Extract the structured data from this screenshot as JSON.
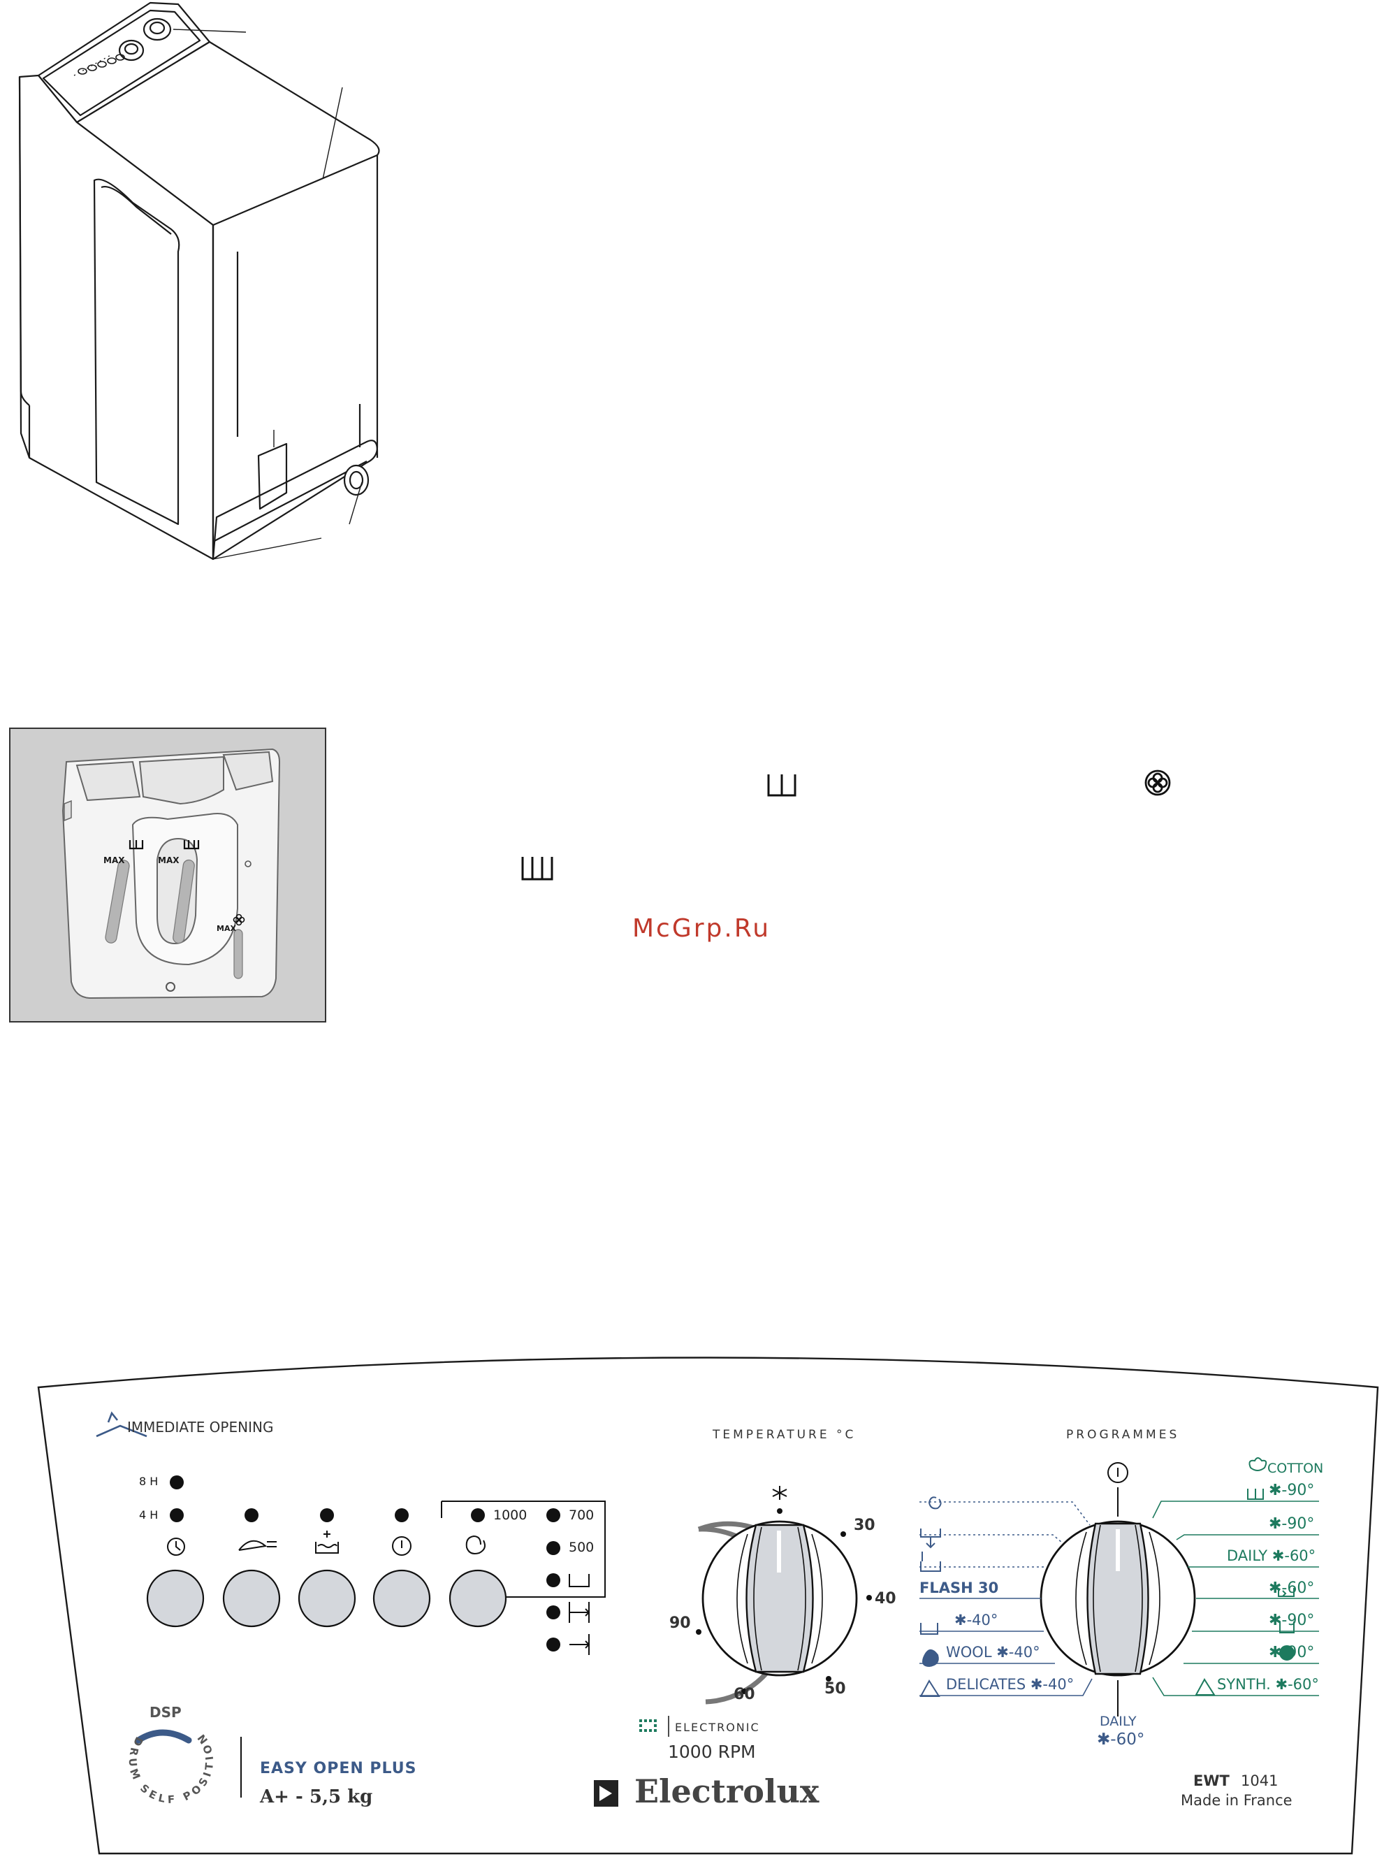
{
  "watermark": "McGrp.Ru",
  "dispenser": {
    "max_label_1": "MAX",
    "max_label_2": "MAX",
    "max_label_3": "MAX"
  },
  "panel": {
    "immediate_opening": "IMMEDIATE OPENING",
    "timer_8h": "8 H",
    "timer_4h": "4 H",
    "speeds": [
      "1000",
      "700",
      "500"
    ],
    "temperature_title": "TEMPERATURE °C",
    "temps": [
      "30",
      "40",
      "50",
      "60",
      "90"
    ],
    "programmes_title": "PROGRAMMES",
    "left_programmes": [
      "FLASH 30",
      "✱-40°",
      "WOOL ✱-40°",
      "DELICATES ✱-40°"
    ],
    "right_programmes": [
      "COTTON",
      "✱-90°",
      "✱-90°",
      "DAILY ✱-60°",
      "✱-60°",
      "✱-90°",
      "✱-90°",
      "SYNTH. ✱-60°"
    ],
    "bottom_programme_1": "DAILY",
    "bottom_programme_2": "✱-60°",
    "electronic": "ELECTRONIC",
    "rpm": "1000 RPM",
    "brand": "Electrolux",
    "dsp": "DSP",
    "dsp_ring": "DRUM SELF POSITIONING",
    "easy_open": "EASY OPEN PLUS",
    "energy": "A+ - 5,5 kg",
    "model_bold": "EWT",
    "model_num": "1041",
    "made_in": "Made in France"
  },
  "colors": {
    "blue": "#3c5a88",
    "green": "#1d7a5e",
    "watermark": "#c0392b",
    "button": "#d4d7dc"
  }
}
